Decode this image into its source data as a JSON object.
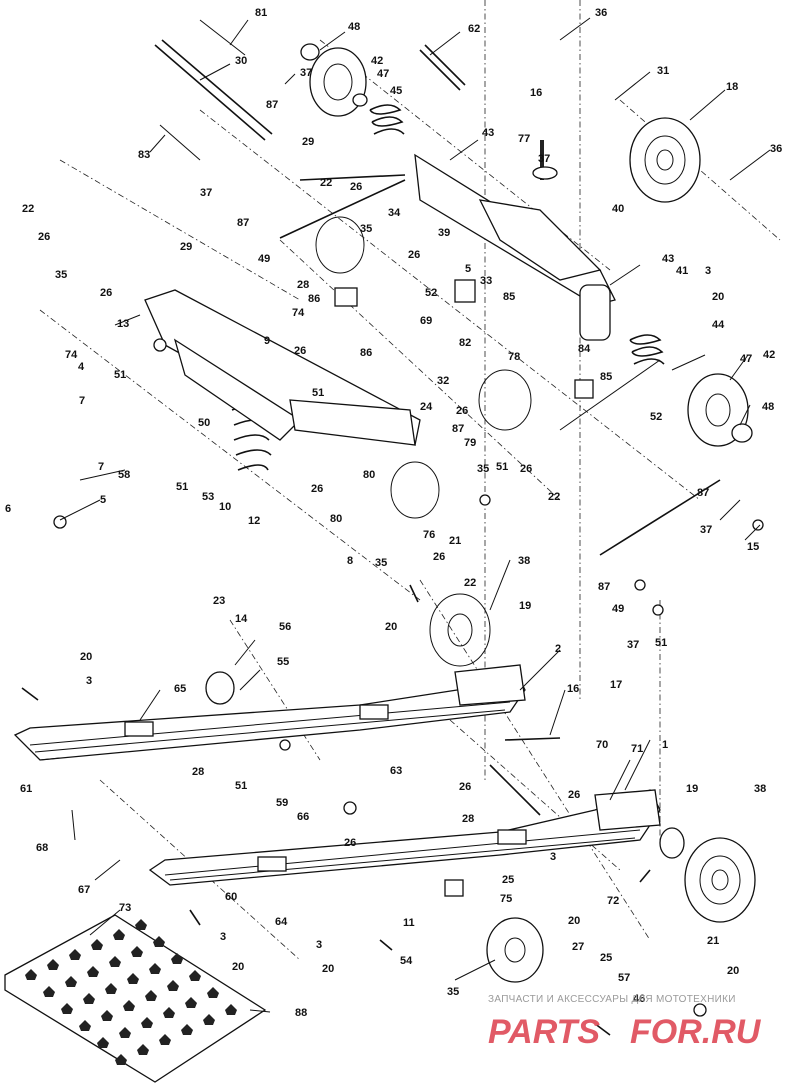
{
  "callouts": [
    "81",
    "48",
    "62",
    "36",
    "30",
    "37",
    "42",
    "47",
    "87",
    "45",
    "16",
    "31",
    "18",
    "77",
    "43",
    "83",
    "29",
    "37",
    "22",
    "26",
    "36",
    "37",
    "87",
    "34",
    "40",
    "22",
    "26",
    "35",
    "39",
    "26",
    "43",
    "49",
    "29",
    "28",
    "5",
    "33",
    "3",
    "35",
    "52",
    "85",
    "41",
    "20",
    "26",
    "86",
    "74",
    "13",
    "69",
    "86",
    "9",
    "82",
    "78",
    "84",
    "44",
    "26",
    "74",
    "51",
    "4",
    "85",
    "47",
    "42",
    "51",
    "32",
    "24",
    "7",
    "50",
    "26",
    "52",
    "48",
    "87",
    "79",
    "51",
    "35",
    "26",
    "7",
    "58",
    "22",
    "51",
    "53",
    "10",
    "12",
    "80",
    "26",
    "87",
    "6",
    "5",
    "80",
    "37",
    "15",
    "8",
    "76",
    "35",
    "26",
    "21",
    "22",
    "38",
    "49",
    "87",
    "20",
    "37",
    "51",
    "23",
    "14",
    "56",
    "19",
    "55",
    "2",
    "20",
    "3",
    "65",
    "16",
    "17",
    "61",
    "51",
    "70",
    "71",
    "1",
    "28",
    "26",
    "63",
    "26",
    "28",
    "19",
    "38",
    "59",
    "66",
    "68",
    "26",
    "67",
    "3",
    "25",
    "11",
    "75",
    "72",
    "20",
    "60",
    "3",
    "64",
    "73",
    "20",
    "3",
    "20",
    "54",
    "27",
    "25",
    "21",
    "20",
    "35",
    "57",
    "46",
    "88"
  ],
  "watermark": {
    "tagline": "ЗАПЧАСТИ И АКСЕССУАРЫ ДЛЯ МОТОТЕХНИКИ",
    "logo_left": "PARTS",
    "logo_right": "FOR.RU"
  }
}
